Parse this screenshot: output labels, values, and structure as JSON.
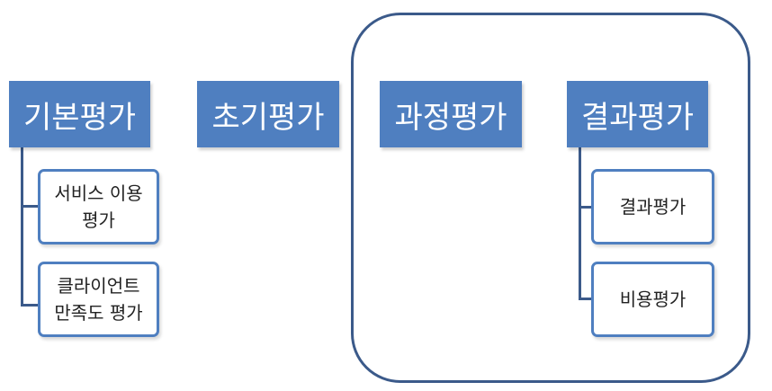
{
  "top_boxes": {
    "basic": "기본평가",
    "initial": "초기평가",
    "process": "과정평가",
    "result": "결과평가"
  },
  "basic_children": {
    "service_line1": "서비스 이용",
    "service_line2": "평가",
    "client_line1": "클라이언트",
    "client_line2": "만족도 평가"
  },
  "result_children": {
    "result": "결과평가",
    "cost": "비용평가"
  },
  "colors": {
    "box_fill": "#4f7fc0",
    "border": "#4f7fc0",
    "frame": "#3b5a8a"
  }
}
